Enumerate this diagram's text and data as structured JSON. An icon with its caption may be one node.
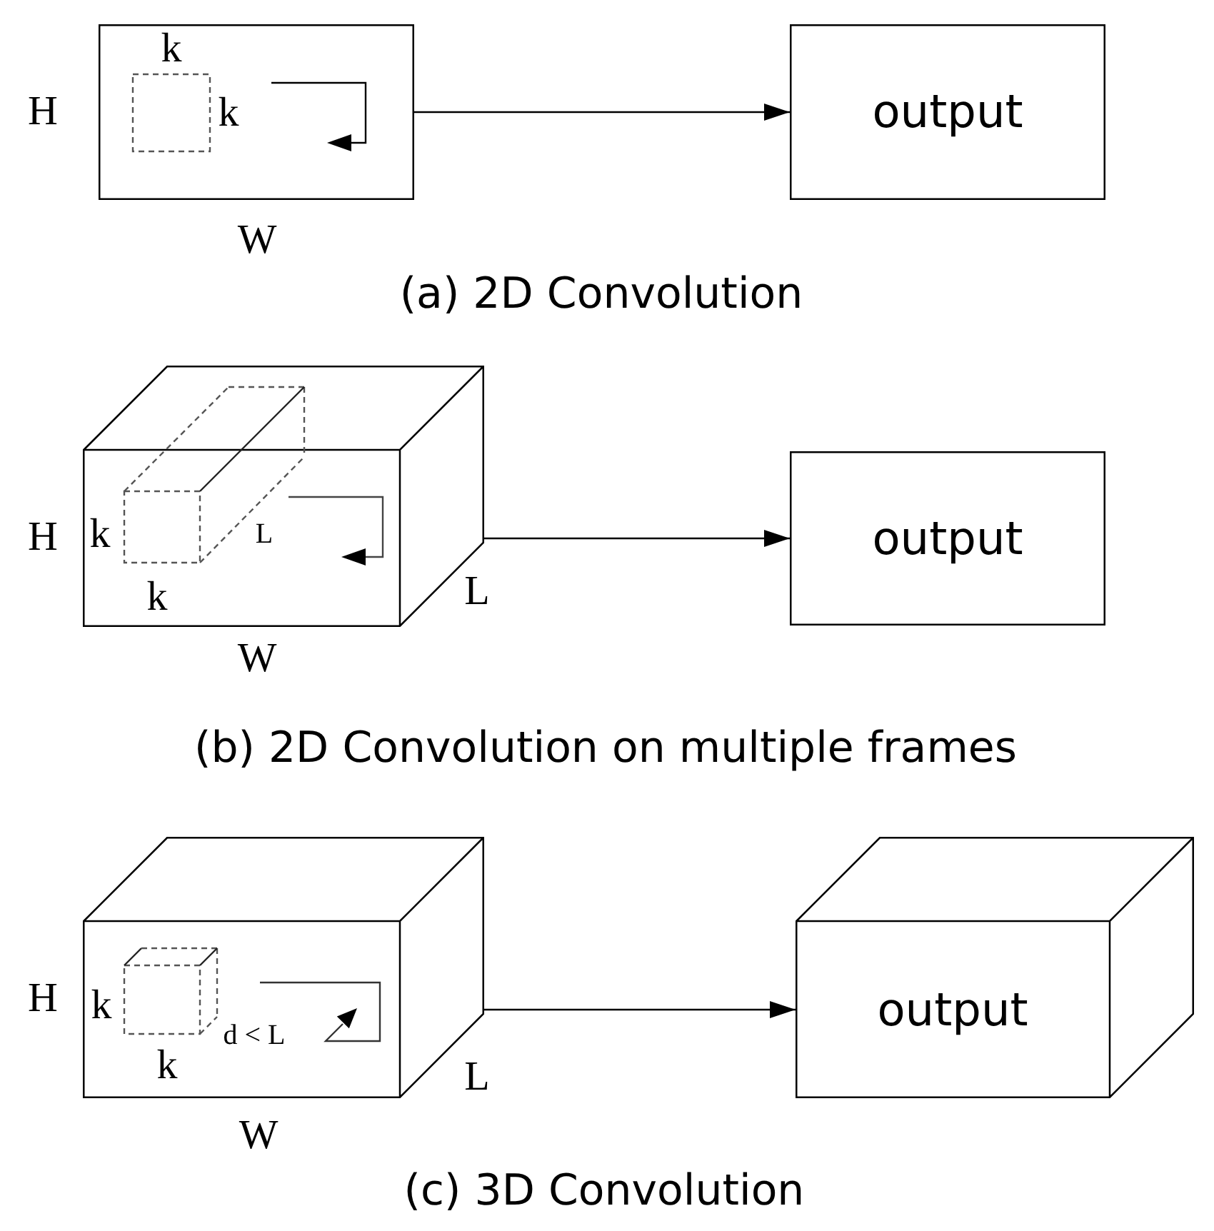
{
  "diagram": {
    "nodes": [
      {
        "text": [],
        "shape": "box",
        "beside": [
          "H",
          "W"
        ]
      },
      {
        "text": [
          "output"
        ]
      },
      {
        "text": [],
        "shape": "cuboid",
        "beside": [
          "H",
          "W"
        ]
      },
      {
        "text": [
          "output"
        ]
      },
      {
        "text": [],
        "shape": "cuboid",
        "beside": [
          "H",
          "W"
        ]
      },
      {
        "text": [
          "output"
        ]
      }
    ],
    "edges": [
      {
        "from": 0,
        "to": 1,
        "arrow": "to"
      },
      {
        "from": 2,
        "to": 3,
        "arrow": "to"
      },
      {
        "from": 4,
        "to": 5,
        "arrow": "to"
      }
    ],
    "labels": [
      "k",
      "k",
      "(a) 2D Convolution",
      "k",
      "L",
      "k",
      "L",
      "(b) 2D Convolution on multiple frames",
      "k",
      "d < L",
      "k",
      "L",
      "(c) 3D Convolution"
    ]
  }
}
